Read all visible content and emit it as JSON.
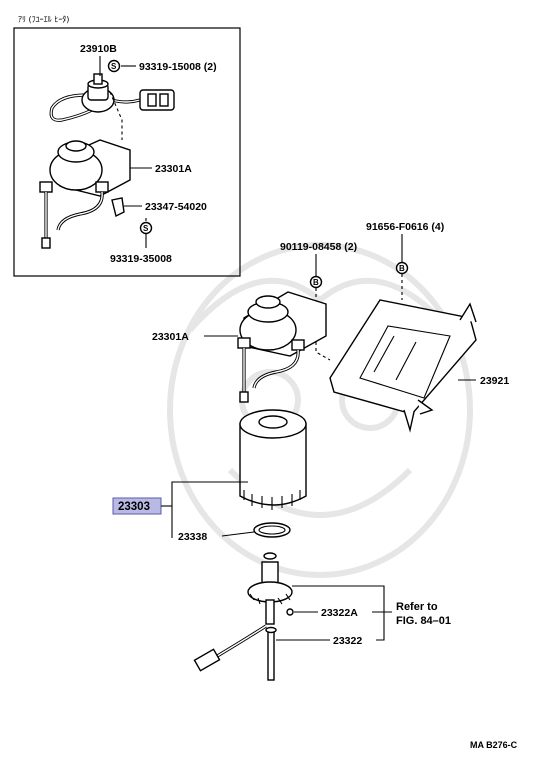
{
  "inset": {
    "header": "ｱﾘ (ﾌﾕｰｴﾙ ﾋｰﾀ)",
    "parts": {
      "sensor": "23910B",
      "screw_top": "93319-15008 (2)",
      "housing": "23301A",
      "clamp": "23347-54020",
      "screw_bottom": "93319-35008"
    },
    "screw_symbol": "S"
  },
  "main": {
    "bolt_left": "90119-08458 (2)",
    "bolt_right": "91656-F0616 (4)",
    "bolt_symbol": "B",
    "housing": "23301A",
    "bracket": "23921",
    "filter": "23303",
    "gasket": "23338",
    "sensor_part": "23322A",
    "plug": "23322",
    "refer_line1": "Refer to",
    "refer_line2": "FIG. 84–01"
  },
  "colors": {
    "highlight_fill": "#b9b9e6",
    "highlight_border": "#5a5aa8"
  },
  "footer_code": "MA B276-C"
}
